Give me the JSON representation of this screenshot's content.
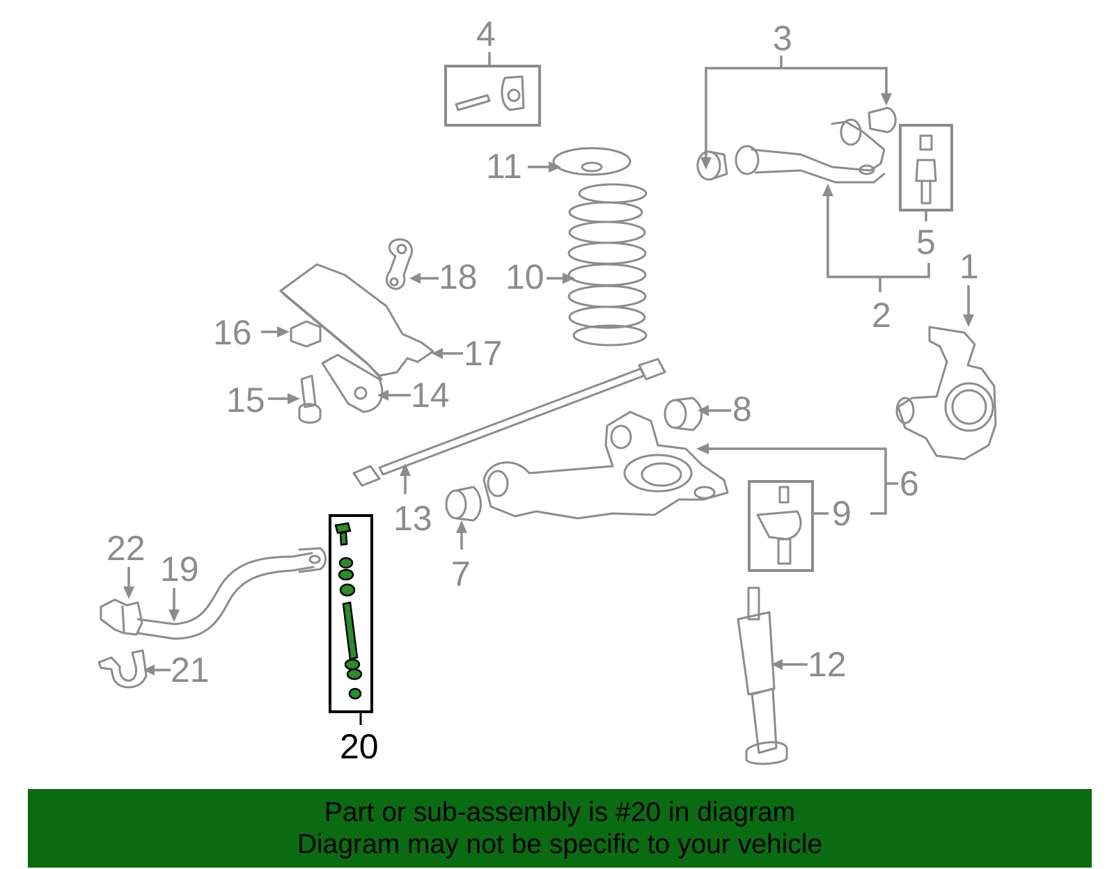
{
  "callouts": {
    "n1": "1",
    "n2": "2",
    "n3": "3",
    "n4": "4",
    "n5": "5",
    "n6": "6",
    "n7": "7",
    "n8": "8",
    "n9": "9",
    "n10": "10",
    "n11": "11",
    "n12": "12",
    "n13": "13",
    "n14": "14",
    "n15": "15",
    "n16": "16",
    "n17": "17",
    "n18": "18",
    "n19": "19",
    "n20": "20",
    "n21": "21",
    "n22": "22"
  },
  "highlight": {
    "part": "20",
    "color": "#2d8a2d"
  },
  "banner": {
    "line1": "Part or sub-assembly is #20 in diagram",
    "line2": "Diagram may not be specific to your vehicle",
    "background": "#0b6b13"
  },
  "colors": {
    "parts": "#8c8c8c",
    "highlight_frame": "#000000"
  }
}
